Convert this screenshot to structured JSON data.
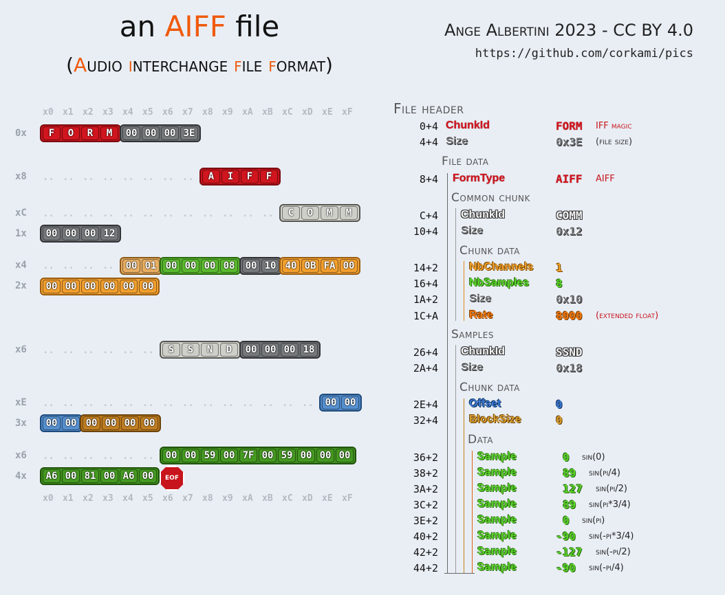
{
  "header": {
    "title_pre": "an ",
    "title_hl": "AIFF",
    "title_post": " file",
    "sub_open": "(",
    "sub_a": "A",
    "sub_1": "udio ",
    "sub_i": "i",
    "sub_2": "nterchange ",
    "sub_f1": "f",
    "sub_3": "ile ",
    "sub_f2": "f",
    "sub_4": "ormat)",
    "author": "Ange Albertini 2023 - CC BY 4.0",
    "url": "https://github.com/corkami/pics"
  },
  "hex": {
    "columns": [
      "x0",
      "x1",
      "x2",
      "x3",
      "x4",
      "x5",
      "x6",
      "x7",
      "x8",
      "x9",
      "xA",
      "xB",
      "xC",
      "xD",
      "xE",
      "xF"
    ],
    "row_labels": [
      "0x",
      "x8",
      "xC",
      "1x",
      "x4",
      "2x",
      "x6",
      "xE",
      "3x",
      "x6",
      "4x"
    ],
    "form": [
      "F",
      "O",
      "R",
      "M"
    ],
    "size1": [
      "00",
      "00",
      "00",
      "3E"
    ],
    "aiff": [
      "A",
      "I",
      "F",
      "F"
    ],
    "comm": [
      "C",
      "O",
      "M",
      "M"
    ],
    "size2": [
      "00",
      "00",
      "00",
      "12"
    ],
    "channels": [
      "00",
      "01"
    ],
    "samples": [
      "00",
      "00",
      "00",
      "08"
    ],
    "samplesize": [
      "00",
      "10"
    ],
    "rate1": [
      "40",
      "0B",
      "FA",
      "00"
    ],
    "rate2": [
      "00",
      "00",
      "00",
      "00",
      "00",
      "00"
    ],
    "ssnd": [
      "S",
      "S",
      "N",
      "D"
    ],
    "size3": [
      "00",
      "00",
      "00",
      "18"
    ],
    "offset1": [
      "00",
      "00"
    ],
    "offset2": [
      "00",
      "00"
    ],
    "blocksize": [
      "00",
      "00",
      "00",
      "00"
    ],
    "data1": [
      "00",
      "00",
      "59",
      "00",
      "7F",
      "00",
      "59",
      "00",
      "00",
      "00"
    ],
    "data2": [
      "A6",
      "00",
      "81",
      "00",
      "A6",
      "00"
    ],
    "eof": "EOF",
    "dots": ".."
  },
  "structure": {
    "file_header": "File header",
    "file_data": "File data",
    "common_chunk": "Common chunk",
    "chunk_data": "Chunk data",
    "samples": "Samples",
    "data": "Data",
    "rows": [
      {
        "off": "0+4",
        "name": "ChunkId",
        "val": "FORM",
        "note": "IFF magic"
      },
      {
        "off": "4+4",
        "name": "Size",
        "val": "0x3E",
        "note": "(file size)"
      },
      {
        "off": "8+4",
        "name": "FormType",
        "val": "AIFF",
        "note": "AIFF"
      },
      {
        "off": "C+4",
        "name": "ChunkId",
        "val": "COMM",
        "note": ""
      },
      {
        "off": "10+4",
        "name": "Size",
        "val": "0x12",
        "note": ""
      },
      {
        "off": "14+2",
        "name": "NbChannels",
        "val": "1",
        "note": ""
      },
      {
        "off": "16+4",
        "name": "NbSamples",
        "val": "8",
        "note": ""
      },
      {
        "off": "1A+2",
        "name": "Size",
        "val": "0x10",
        "note": ""
      },
      {
        "off": "1C+A",
        "name": "Rate",
        "val": "8000",
        "note": "(extended float)"
      },
      {
        "off": "26+4",
        "name": "ChunkId",
        "val": "SSND",
        "note": ""
      },
      {
        "off": "2A+4",
        "name": "Size",
        "val": "0x18",
        "note": ""
      },
      {
        "off": "2E+4",
        "name": "Offset",
        "val": "0",
        "note": ""
      },
      {
        "off": "32+4",
        "name": "BlockSize",
        "val": "0",
        "note": ""
      },
      {
        "off": "36+2",
        "name": "Sample",
        "val": "0",
        "note": "sin(0)"
      },
      {
        "off": "38+2",
        "name": "Sample",
        "val": "89",
        "note": "sin(pi/4)"
      },
      {
        "off": "3A+2",
        "name": "Sample",
        "val": "127",
        "note": "sin(pi/2)"
      },
      {
        "off": "3C+2",
        "name": "Sample",
        "val": "89",
        "note": "sin(pi*3/4)"
      },
      {
        "off": "3E+2",
        "name": "Sample",
        "val": "0",
        "note": "sin(pi)"
      },
      {
        "off": "40+2",
        "name": "Sample",
        "val": "-90",
        "note": "sin(-pi*3/4)"
      },
      {
        "off": "42+2",
        "name": "Sample",
        "val": "-127",
        "note": "sin(-pi/2)"
      },
      {
        "off": "44+2",
        "name": "Sample",
        "val": "-90",
        "note": "sin(-pi/4)"
      }
    ]
  }
}
